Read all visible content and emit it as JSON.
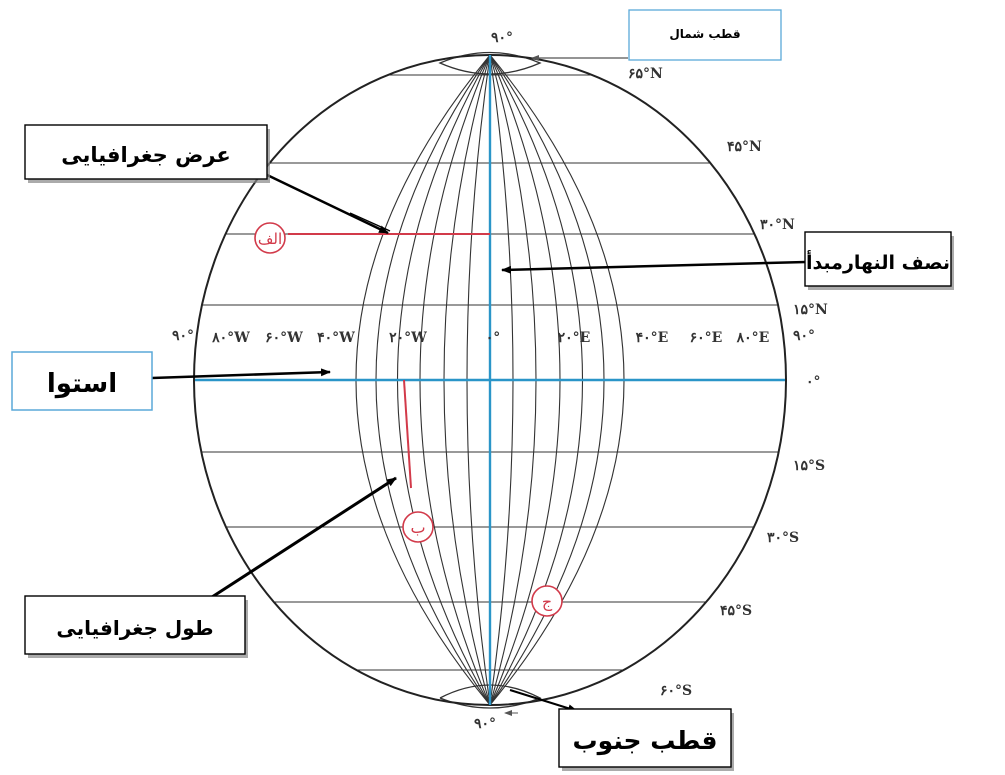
{
  "colors": {
    "grid": "#333333",
    "highlight": "#2a95c8",
    "accent": "#d23a4a",
    "box_border": "#5aa9d8"
  },
  "callouts": {
    "north_pole": "قطب شمال",
    "latitude": "عرض جغرافیایی",
    "prime_meridian": "نصف النهارمبدأ",
    "equator": "استوا",
    "longitude": "طول جغرافیایی",
    "south_pole": "قطب جنوب"
  },
  "markers": {
    "a": "الف",
    "b": "ب",
    "c": "ج"
  },
  "latitude_labels": {
    "top_90": "۹۰°",
    "n65": "۶۵°N",
    "n45": "۴۵°N",
    "n30": "۳۰°N",
    "n15": "۱۵°N",
    "right_90": "۹۰°",
    "eq0": "۰°",
    "s15": "۱۵°S",
    "s30": "۳۰°S",
    "s45": "۴۵°S",
    "s60": "۶۰°S",
    "bottom_90": "۹۰°"
  },
  "longitude_labels": {
    "w90": "۹۰°",
    "w80": "۸۰°W",
    "w60": "۶۰°W",
    "w40": "۴۰°W",
    "w20": "۲۰°W",
    "zero": "۰°",
    "e20": "۲۰°E",
    "e40": "۴۰°E",
    "e60": "۶۰°E",
    "e80": "۸۰°E"
  }
}
